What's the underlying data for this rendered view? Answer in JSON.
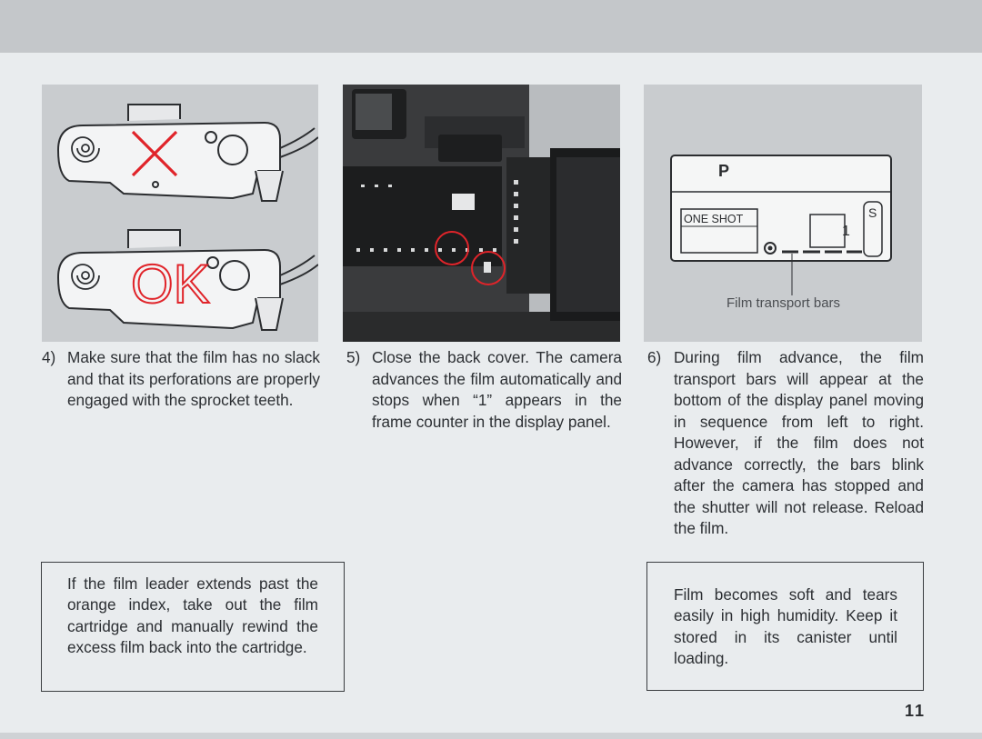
{
  "steps": [
    {
      "num": "4)",
      "text": "Make sure that the film has no slack and that its perforations are properly engaged with the sprocket teeth."
    },
    {
      "num": "5)",
      "text": "Close the back cover. The camera advances the film automatically and stops when “1” appears in the frame counter in the display panel."
    },
    {
      "num": "6)",
      "text": "During film advance, the film transport bars will appear at the bottom of the display panel moving in sequence from left to right. However, if the film does not advance correctly, the bars blink after the camera has stopped and the shutter will not release. Reload the film."
    }
  ],
  "notes": {
    "left": "If the film leader extends past the orange index, take out the film cartridge and manually rewind the excess film back into the cartridge.",
    "right": "Film becomes soft and tears easily in high humidity. Keep it stored in its canister until loading."
  },
  "figures": {
    "fig1": {
      "ok_mark": "OK"
    },
    "fig3": {
      "mode_symbol": "P",
      "one_shot_label": "ONE SHOT",
      "frame_count": "1",
      "s_label": "S",
      "caption": "Film transport bars"
    }
  },
  "page_number": "11",
  "colors": {
    "page_bg": "#e9ecee",
    "top_band": "#c4c7ca",
    "mark_red": "#e0242a",
    "text": "#2c2f33"
  }
}
